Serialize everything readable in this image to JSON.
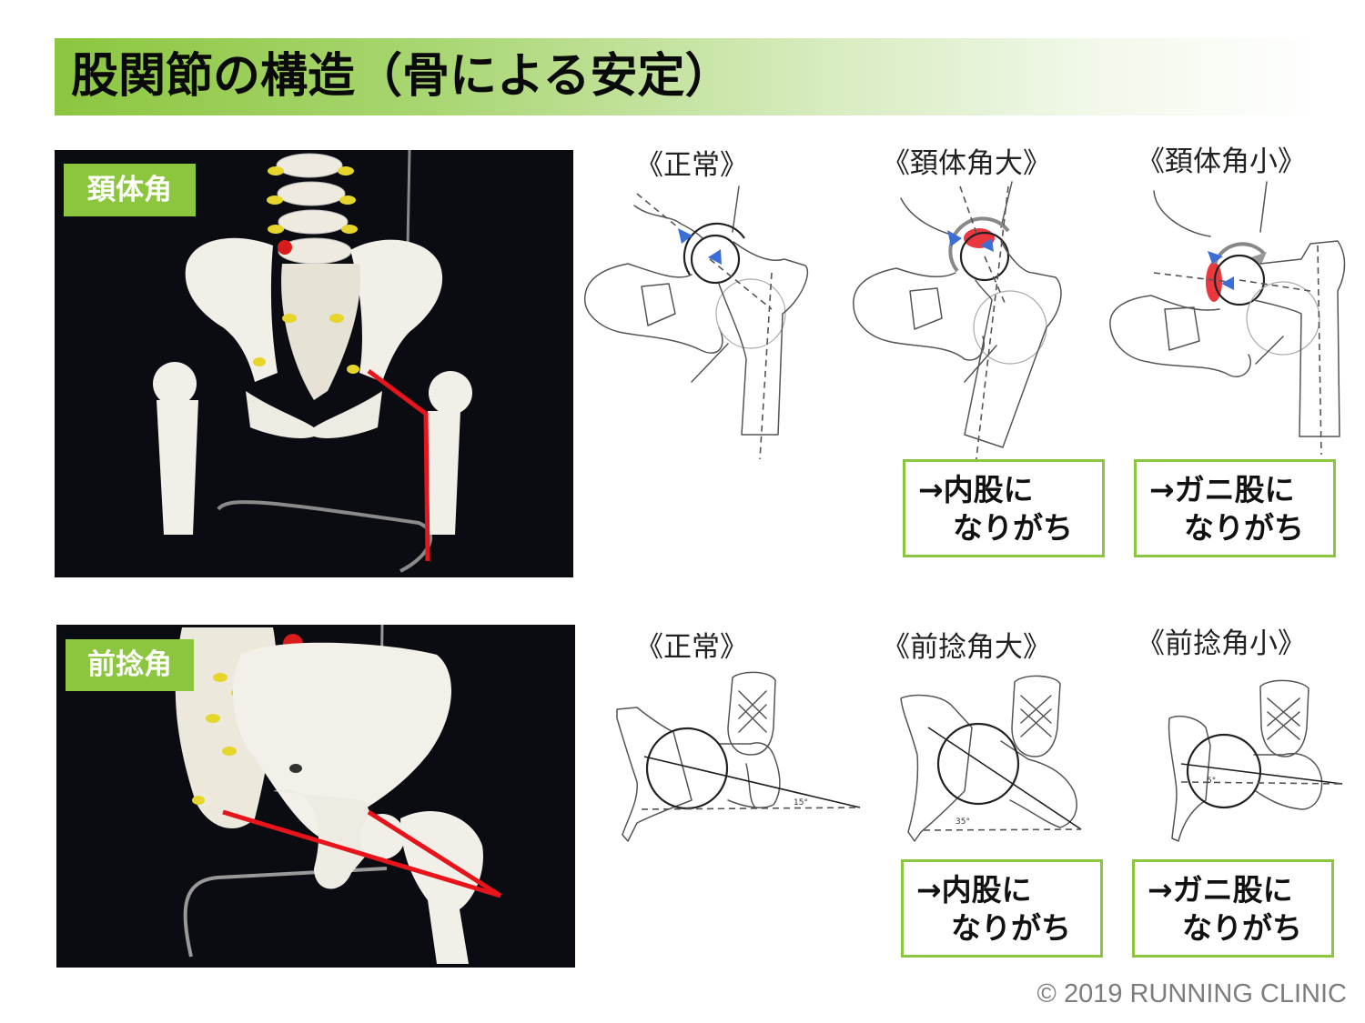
{
  "title": "股関節の構造（骨による安定）",
  "neck_shaft": {
    "label": "頚体角",
    "captions": [
      "《正常》",
      "《頚体角大》",
      "《頚体角小》"
    ],
    "notes": [
      {
        "line1": "→内股に",
        "line2": "なりがち"
      },
      {
        "line1": "→ガニ股に",
        "line2": "なりがち"
      }
    ]
  },
  "anteversion": {
    "label": "前捻角",
    "captions": [
      "《正常》",
      "《前捻角大》",
      "《前捻角小》"
    ],
    "angles": [
      "15°",
      "35°",
      "5°"
    ],
    "notes": [
      {
        "line1": "→内股に",
        "line2": "なりがち"
      },
      {
        "line1": "→ガニ股に",
        "line2": "なりがち"
      }
    ]
  },
  "copyright": "© 2019 RUNNING CLINIC",
  "colors": {
    "accent_green": "#8cc63f",
    "marker_red": "#e8141c",
    "arrow_blue": "#3b6fd6",
    "photo_background": "#0b0b12"
  },
  "icons": [
    "pelvis-photo",
    "hip-line-drawing",
    "blue-arrowhead-icon",
    "red-highlight-marker"
  ]
}
